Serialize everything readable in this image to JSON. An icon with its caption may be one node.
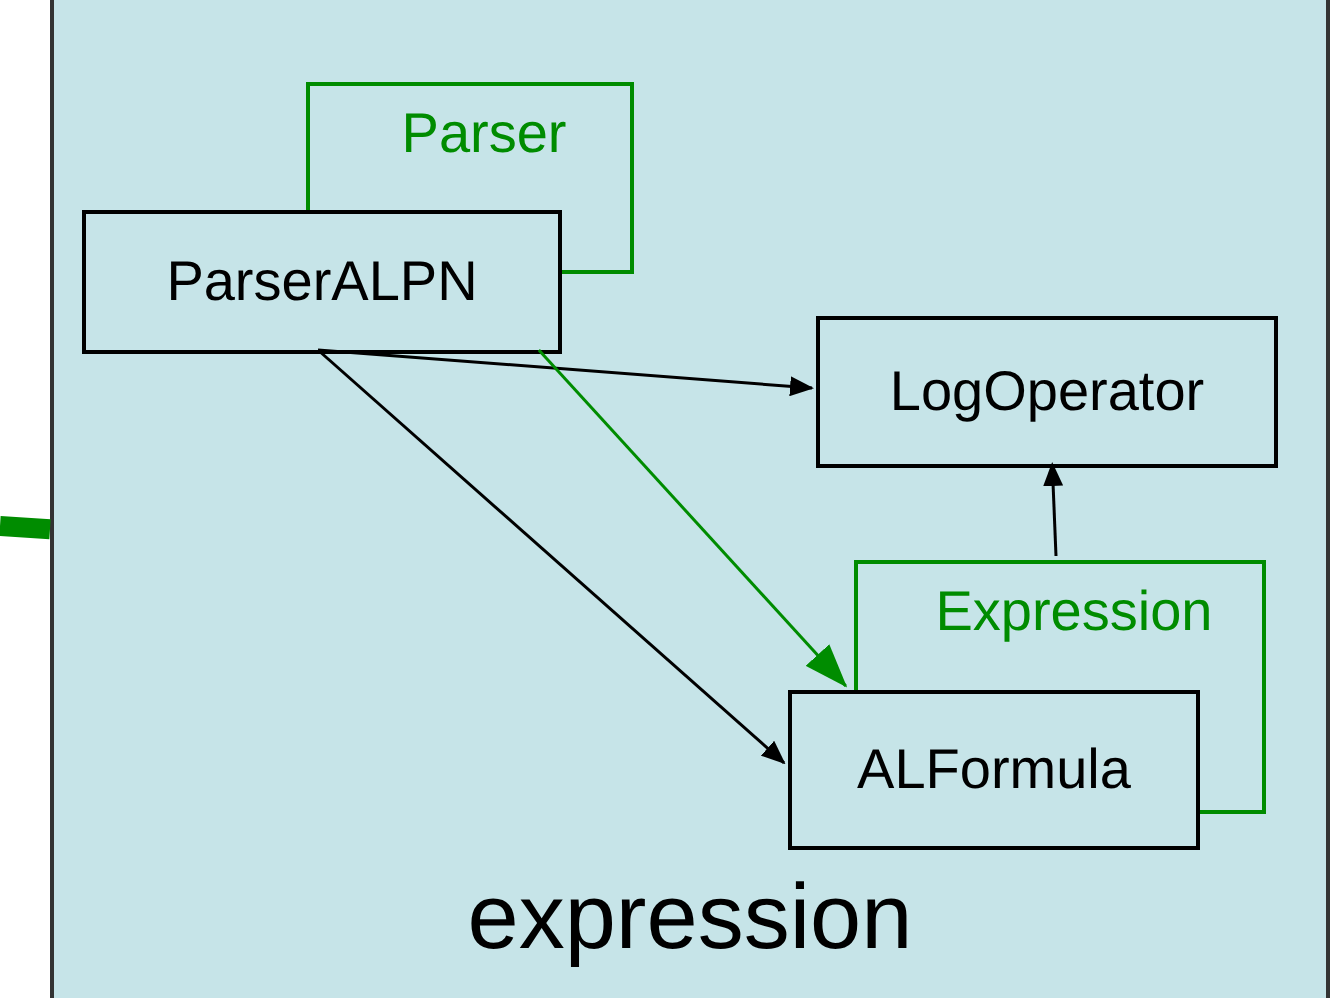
{
  "diagram": {
    "nodes": [
      {
        "text": [
          "expression"
        ]
      },
      {
        "text": [
          "Parser"
        ],
        "in": 0
      },
      {
        "text": [
          "ParserALPN"
        ],
        "in": 0
      },
      {
        "text": [
          "LogOperator"
        ],
        "in": 0
      },
      {
        "text": [
          "Expression"
        ],
        "in": 0
      },
      {
        "text": [
          "ALFormula"
        ],
        "in": 0
      }
    ],
    "edges": [
      {
        "from": 2,
        "to": 3,
        "arrow": "to"
      },
      {
        "from": 2,
        "to": 5,
        "arrow": "to"
      },
      {
        "from": 2,
        "to": 5,
        "arrow": "to",
        "color": "#008c00"
      },
      {
        "from": 4,
        "to": 3,
        "arrow": "to"
      },
      {
        "from": null,
        "to": 0,
        "arrow": "none",
        "style": "thick",
        "color": "#008c00"
      }
    ]
  }
}
